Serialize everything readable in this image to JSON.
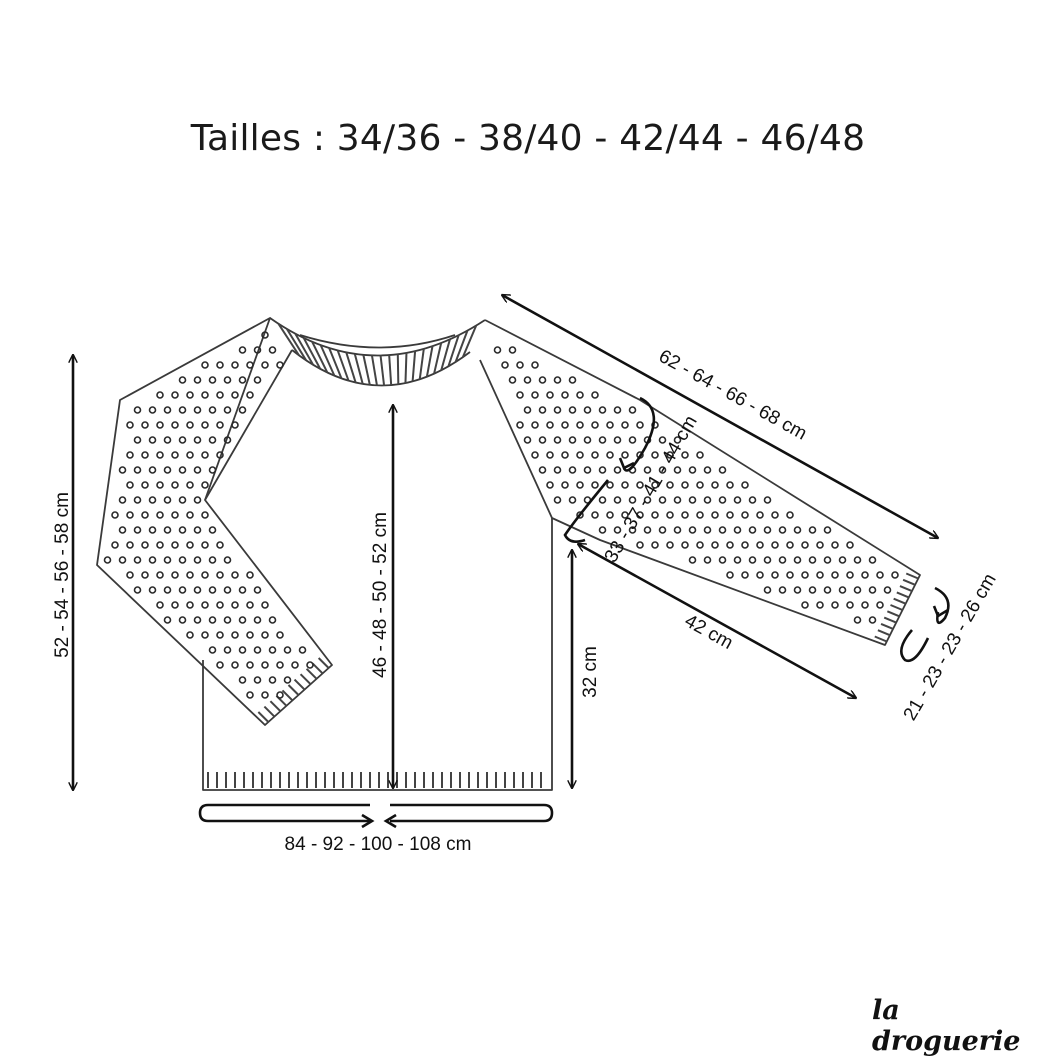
{
  "header": {
    "title": "Tailles : 34/36 - 38/40 - 42/44 - 46/48"
  },
  "measurements": {
    "sleeve_length": "62 - 64 - 66 - 68 cm",
    "upper_arm": "33 - 37 - 41 - 44 cm",
    "underarm_sleeve": "42 cm",
    "wrist": "21 - 23 - 23 - 26 cm",
    "total_length": "52 - 54 - 56 - 58 cm",
    "center_length": "46 - 48 - 50 - 52 cm",
    "side_length": "32 cm",
    "chest": "84 - 92 - 100 - 108 cm"
  },
  "brand": {
    "name": "la droguerie"
  },
  "colors": {
    "ink": "#111111",
    "outline": "#3a3a3a",
    "background": "#ffffff"
  }
}
